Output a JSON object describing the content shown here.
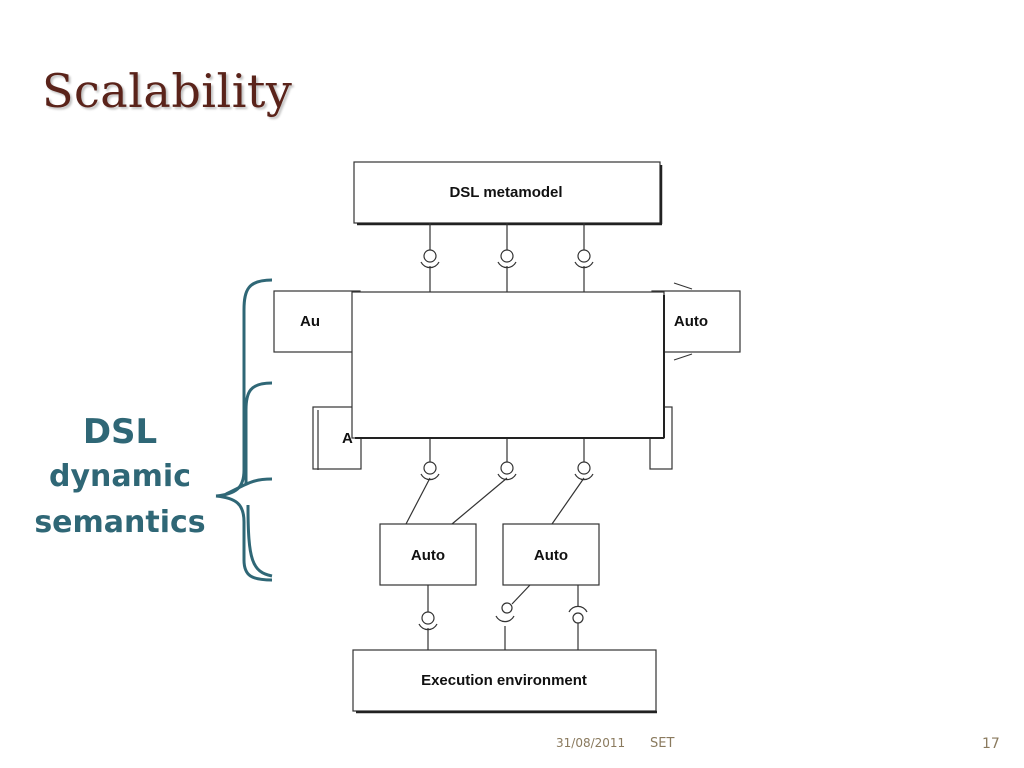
{
  "slide": {
    "title": "Scalability",
    "side_label": {
      "line1": "DSL",
      "line2": "dynamic",
      "line3": "semantics"
    },
    "footer": {
      "date": "31/08/2011",
      "venue": "SET",
      "page": "17"
    }
  },
  "diagram": {
    "metamodel_label": "DSL metamodel",
    "hidden_left_top_label": "Au",
    "hidden_left_mid_label": "A",
    "right_top_label": "Auto",
    "bottom_left_label": "Auto",
    "bottom_right_label": "Auto",
    "execution_env_label": "Execution environment"
  },
  "colors": {
    "title": "#5a231a",
    "side_label": "#2f6776",
    "brace": "#2f6776",
    "footer": "#8a7a5e",
    "diagram_stroke": "#333333"
  }
}
